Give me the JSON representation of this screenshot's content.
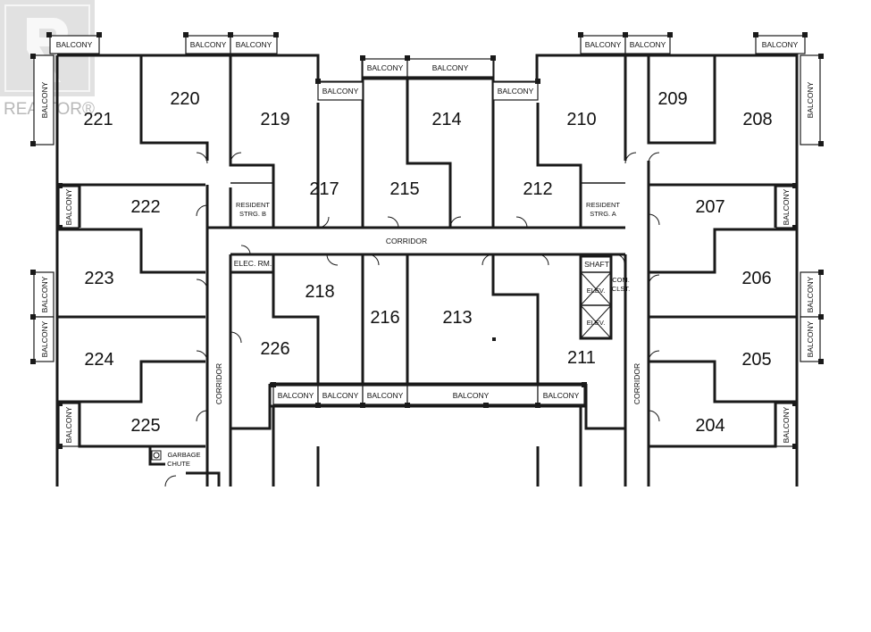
{
  "watermark": {
    "brand": "REALTOR®"
  },
  "units": [
    "221",
    "220",
    "219",
    "214",
    "210",
    "209",
    "208",
    "217",
    "215",
    "212",
    "222",
    "207",
    "223",
    "218",
    "216",
    "213",
    "206",
    "224",
    "226",
    "211",
    "205",
    "225",
    "204"
  ],
  "balcony_label": "BALCONY",
  "corridor_label": "CORRIDOR",
  "resident_storage_b": [
    "RESIDENT",
    "STRG. B"
  ],
  "resident_storage_a": [
    "RESIDENT",
    "STRG. A"
  ],
  "elec_room": "ELEC. RM.",
  "shaft": "SHAFT",
  "com_closet": [
    "COM.",
    "CLST."
  ],
  "elevator": "ELEV.",
  "garbage_chute": [
    "GARBAGE",
    "CHUTE"
  ]
}
